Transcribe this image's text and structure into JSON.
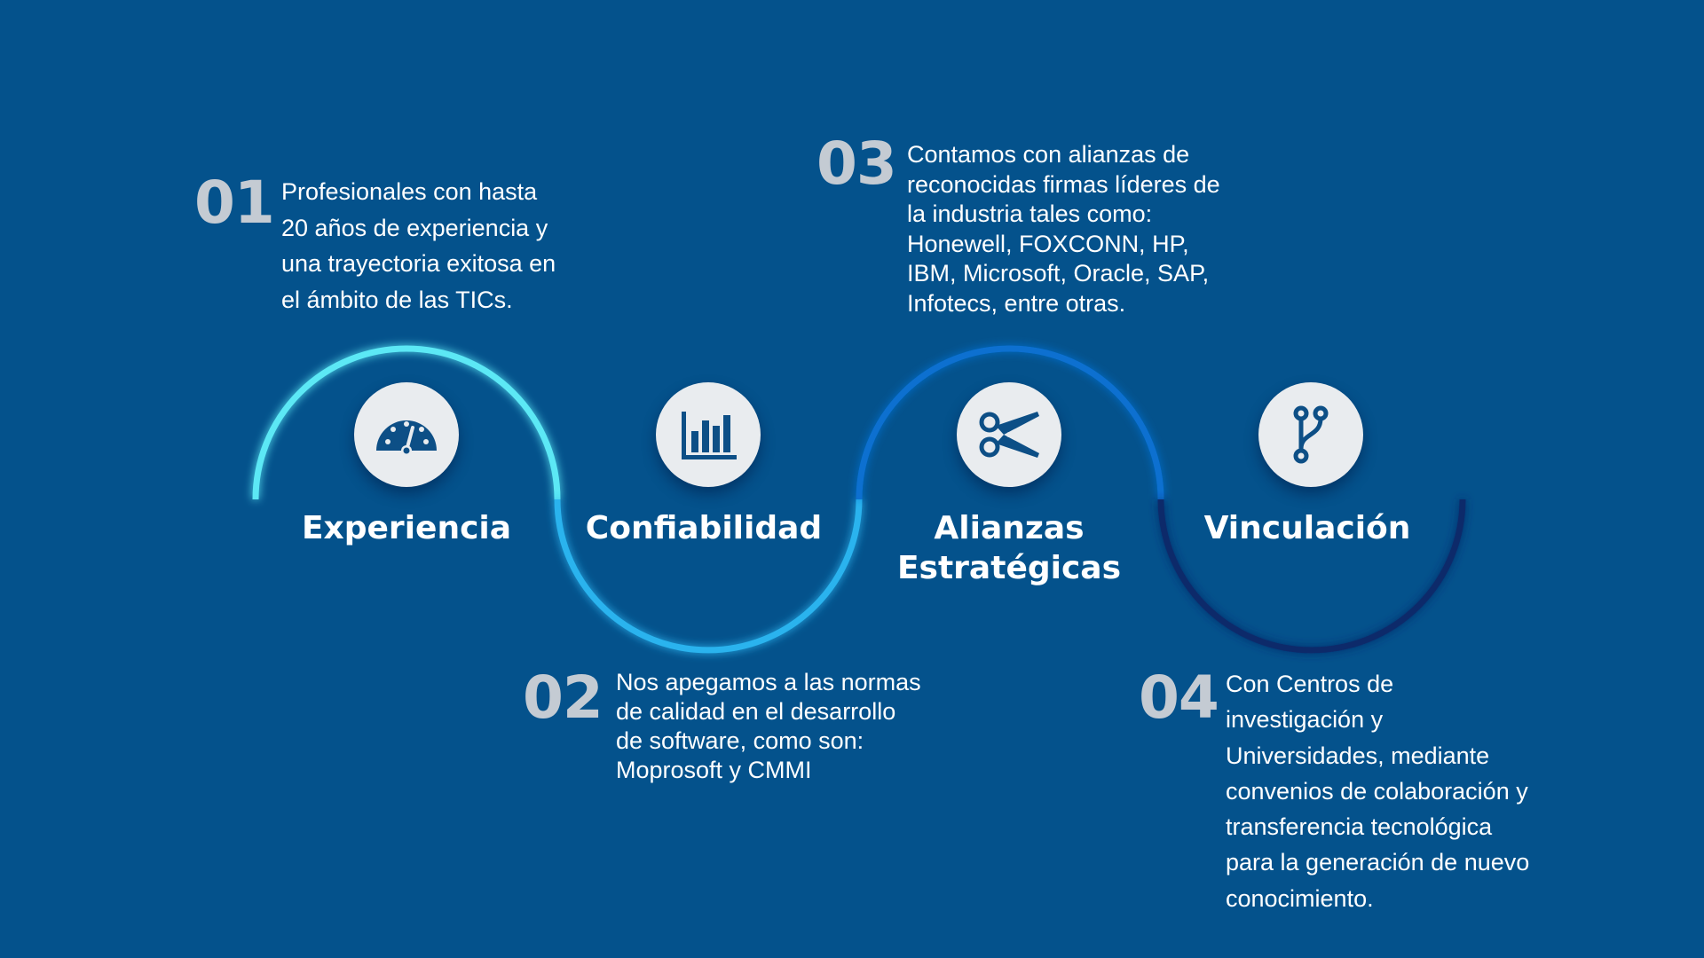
{
  "steps": [
    {
      "number": "01",
      "title": "Experiencia",
      "icon": "speedometer-icon",
      "text": "Profesionales con hasta\n20 años de experiencia y\nuna trayectoria exitosa en\nel ámbito de las TICs.",
      "color": "#5ce8f5"
    },
    {
      "number": "02",
      "title": "Confiabilidad",
      "icon": "bar-chart-icon",
      "text": "Nos apegamos a las normas\nde calidad en el desarrollo\nde software, como son:\nMoprosoft y CMMI",
      "color": "#29b3ee"
    },
    {
      "number": "03",
      "title": "Alianzas\nEstratégicas",
      "icon": "scissors-icon",
      "text": "Contamos con alianzas de\nreconocidas firmas líderes de\nla industria tales como:\nHonewell, FOXCONN, HP,\nIBM, Microsoft, Oracle, SAP,\nInfotecs, entre otras.",
      "color": "#0a6fd0"
    },
    {
      "number": "04",
      "title": "Vinculación",
      "icon": "git-branch-icon",
      "text": "Con Centros de\ninvestigación y\nUniversidades, mediante\nconvenios de colaboración y\ntransferencia tecnológica\npara la generación de nuevo\nconocimiento.",
      "color": "#0c2a6b"
    }
  ],
  "colors": {
    "background": "#04528c",
    "icon_fill": "#0d4f86",
    "icon_background": "#e9ecef",
    "number_color": "#c4cbd3"
  }
}
